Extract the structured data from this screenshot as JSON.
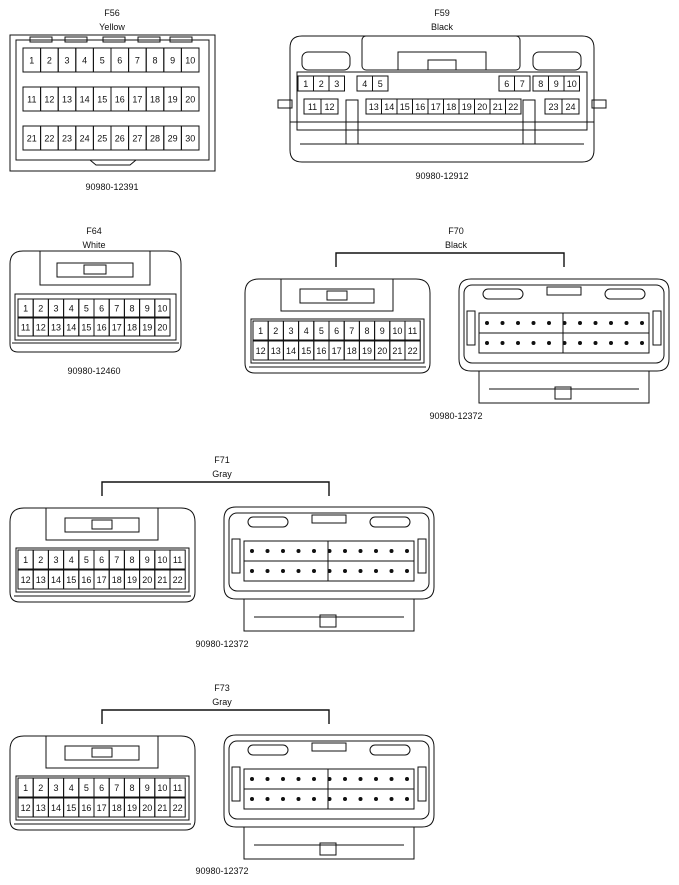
{
  "connectors": [
    {
      "id": "F56",
      "color": "Yellow",
      "part": "90980-12391",
      "rows": [
        [
          "1",
          "2",
          "3",
          "4",
          "5",
          "6",
          "7",
          "8",
          "9",
          "10"
        ],
        [
          "11",
          "12",
          "13",
          "14",
          "15",
          "16",
          "17",
          "18",
          "19",
          "20"
        ],
        [
          "21",
          "22",
          "23",
          "24",
          "25",
          "26",
          "27",
          "28",
          "29",
          "30"
        ]
      ]
    },
    {
      "id": "F59",
      "color": "Black",
      "part": "90980-12912",
      "rows": [
        [
          "1",
          "2",
          "3",
          "4",
          "5",
          "6",
          "7",
          "8",
          "9",
          "10"
        ],
        [
          "11",
          "12",
          "13",
          "14",
          "15",
          "16",
          "17",
          "18",
          "19",
          "20",
          "21",
          "22",
          "23",
          "24"
        ]
      ]
    },
    {
      "id": "F64",
      "color": "White",
      "part": "90980-12460",
      "rows": [
        [
          "1",
          "2",
          "3",
          "4",
          "5",
          "6",
          "7",
          "8",
          "9",
          "10"
        ],
        [
          "11",
          "12",
          "13",
          "14",
          "15",
          "16",
          "17",
          "18",
          "19",
          "20"
        ]
      ]
    },
    {
      "id": "F70",
      "color": "Black",
      "part": "90980-12372",
      "rows": [
        [
          "1",
          "2",
          "3",
          "4",
          "5",
          "6",
          "7",
          "8",
          "9",
          "10",
          "11"
        ],
        [
          "12",
          "13",
          "14",
          "15",
          "16",
          "17",
          "18",
          "19",
          "20",
          "21",
          "22"
        ]
      ]
    },
    {
      "id": "F71",
      "color": "Gray",
      "part": "90980-12372",
      "rows": [
        [
          "1",
          "2",
          "3",
          "4",
          "5",
          "6",
          "7",
          "8",
          "9",
          "10",
          "11"
        ],
        [
          "12",
          "13",
          "14",
          "15",
          "16",
          "17",
          "18",
          "19",
          "20",
          "21",
          "22"
        ]
      ]
    },
    {
      "id": "F73",
      "color": "Gray",
      "part": "90980-12372",
      "rows": [
        [
          "1",
          "2",
          "3",
          "4",
          "5",
          "6",
          "7",
          "8",
          "9",
          "10",
          "11"
        ],
        [
          "12",
          "13",
          "14",
          "15",
          "16",
          "17",
          "18",
          "19",
          "20",
          "21",
          "22"
        ]
      ]
    }
  ]
}
